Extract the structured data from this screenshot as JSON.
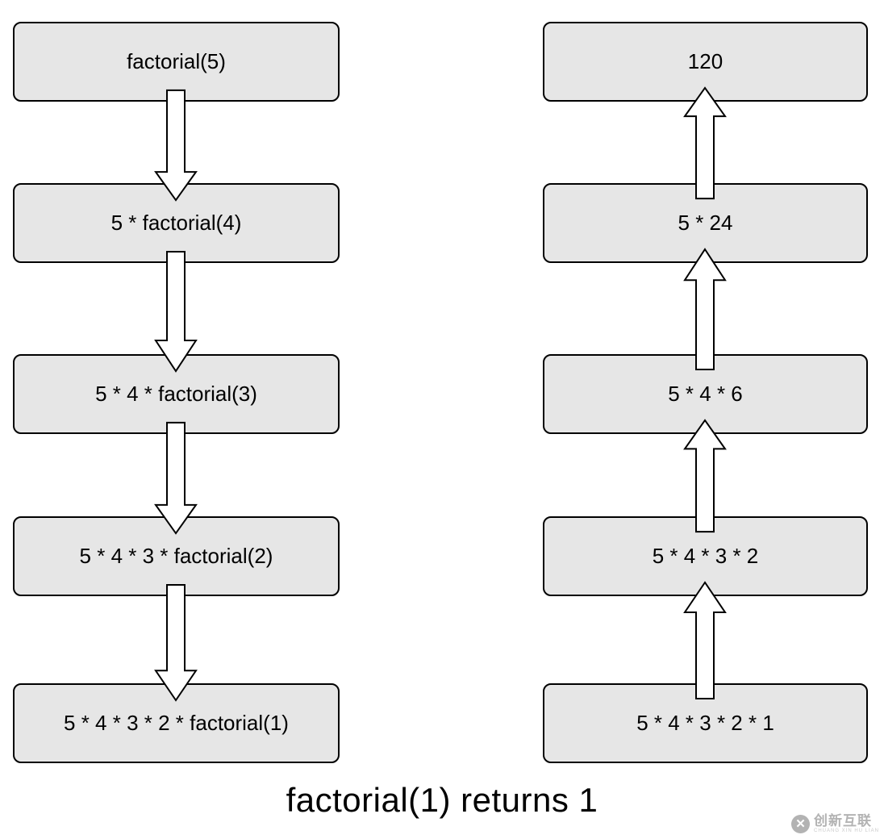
{
  "diagram": {
    "description": "factorial(5) recursion call-and-return flow",
    "left_column": {
      "arrow_direction": "down",
      "boxes": [
        "factorial(5)",
        "5 * factorial(4)",
        "5 * 4 * factorial(3)",
        "5 * 4 * 3 * factorial(2)",
        "5 * 4 * 3 * 2 * factorial(1)"
      ]
    },
    "right_column": {
      "arrow_direction": "up",
      "boxes": [
        "120",
        "5 * 24",
        "5 * 4 * 6",
        "5 * 4 * 3 * 2",
        "5 * 4 * 3 * 2 * 1"
      ]
    },
    "caption": "factorial(1) returns 1",
    "colors": {
      "background": "#ffffff",
      "box_fill": "#e6e6e6",
      "box_border": "#000000",
      "arrow_fill": "#ffffff",
      "arrow_outline": "#000000",
      "text": "#000000",
      "watermark": "#b3b3b3"
    }
  },
  "watermark": {
    "logo_glyph": "✕",
    "text": "创新互联",
    "subtext": "CHUANG XIN HU LIAN"
  }
}
